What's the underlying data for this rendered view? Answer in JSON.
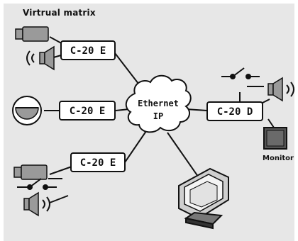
{
  "diagram": {
    "title": "Virtrual matrix",
    "network": {
      "line1": "Ethernet",
      "line2": "IP"
    },
    "nodes": {
      "top_left": "C-20 E",
      "mid_left": "C-20 E",
      "bottom_left": "C-20 E",
      "right": "C-20 D"
    },
    "monitor_label": "Monitor"
  },
  "colors": {
    "panel_background": "#e7e7e7",
    "stroke": "#111111",
    "box_fill": "#ffffff",
    "device_gray": "#9a9a9a",
    "dark_device": "#555555"
  },
  "icons": [
    "video-camera-icon",
    "speaker-icon",
    "dome-camera-icon",
    "switch-icon",
    "monitor-icon",
    "computer-icon"
  ]
}
